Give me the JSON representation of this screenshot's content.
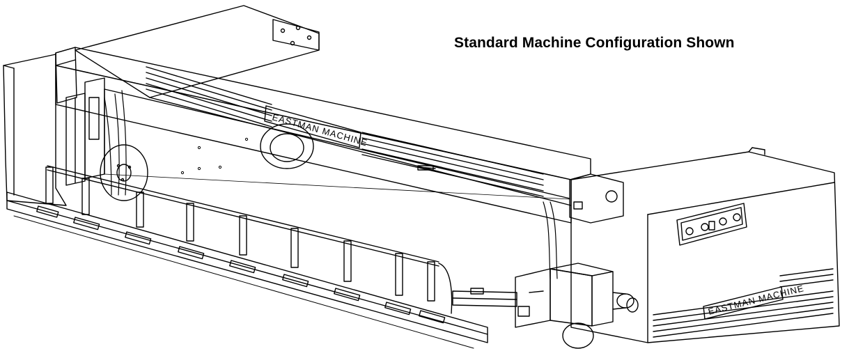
{
  "caption": "Standard Machine Configuration Shown",
  "gantry_label": "EASTMAN MACHINE",
  "base_label": "EASTMAN MACHINE",
  "colors": {
    "line": "#000000",
    "background": "#ffffff"
  }
}
